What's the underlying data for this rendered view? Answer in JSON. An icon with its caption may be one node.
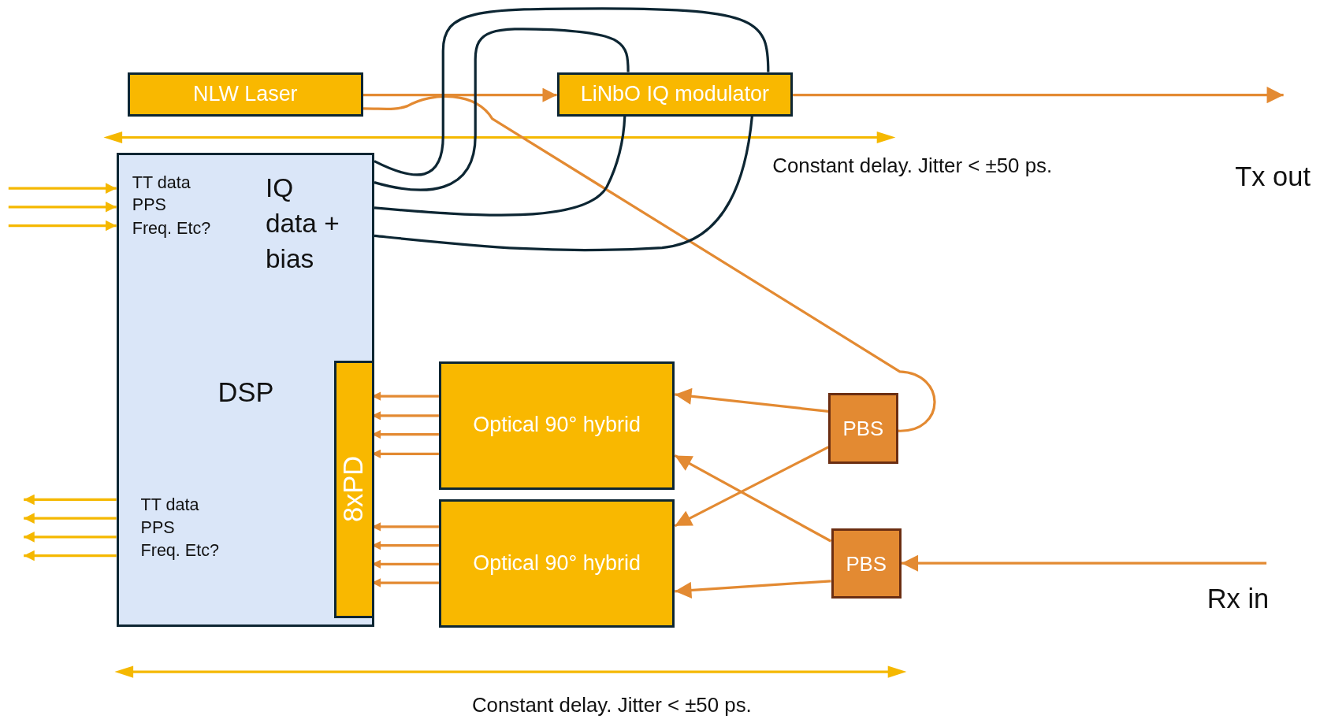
{
  "diagram": {
    "nodes": [
      {
        "text": [
          "NLW Laser"
        ]
      },
      {
        "text": [
          "LiNbO IQ modulator"
        ]
      },
      {
        "text": [
          "TT data",
          "PPS",
          "Freq. Etc?",
          "IQ data + bias",
          "DSP",
          "TT data",
          "PPS",
          "Freq. Etc?"
        ]
      },
      {
        "text": [
          "8xPD"
        ],
        "in": 2
      },
      {
        "text": [
          "Optical 90° hybrid"
        ]
      },
      {
        "text": [
          "Optical 90° hybrid"
        ]
      },
      {
        "text": [
          "PBS"
        ]
      },
      {
        "text": [
          "PBS"
        ]
      }
    ],
    "edges": [
      {
        "from": 0,
        "to": 1,
        "arrow": "to"
      },
      {
        "from": 1,
        "to": null,
        "arrow": "to"
      },
      {
        "from": null,
        "to": 7,
        "arrow": "to"
      },
      {
        "from": 6,
        "to": 4,
        "arrow": "to"
      },
      {
        "from": 6,
        "to": 5,
        "arrow": "to"
      },
      {
        "from": 7,
        "to": 4,
        "arrow": "to"
      },
      {
        "from": 7,
        "to": 5,
        "arrow": "to"
      },
      {
        "from": 0,
        "to": 6,
        "arrow": "none"
      },
      {
        "from": 2,
        "to": 1,
        "arrow": "none",
        "color": "#0d2633"
      },
      {
        "from": 2,
        "to": 1,
        "arrow": "none",
        "color": "#0d2633"
      },
      {
        "from": 2,
        "to": 1,
        "arrow": "none",
        "color": "#0d2633"
      },
      {
        "from": 2,
        "to": 1,
        "arrow": "none",
        "color": "#0d2633"
      },
      {
        "from": 4,
        "to": 3,
        "arrow": "to"
      },
      {
        "from": 4,
        "to": 3,
        "arrow": "to"
      },
      {
        "from": 4,
        "to": 3,
        "arrow": "to"
      },
      {
        "from": 4,
        "to": 3,
        "arrow": "to"
      },
      {
        "from": 5,
        "to": 3,
        "arrow": "to"
      },
      {
        "from": 5,
        "to": 3,
        "arrow": "to"
      },
      {
        "from": 5,
        "to": 3,
        "arrow": "to"
      },
      {
        "from": 5,
        "to": 3,
        "arrow": "to"
      },
      {
        "from": null,
        "to": 2,
        "arrow": "to",
        "color": "#f5b800"
      },
      {
        "from": null,
        "to": 2,
        "arrow": "to",
        "color": "#f5b800"
      },
      {
        "from": null,
        "to": 2,
        "arrow": "to",
        "color": "#f5b800"
      },
      {
        "from": 2,
        "to": null,
        "arrow": "to",
        "color": "#f5b800"
      },
      {
        "from": 2,
        "to": null,
        "arrow": "to",
        "color": "#f5b800"
      },
      {
        "from": 2,
        "to": null,
        "arrow": "to",
        "color": "#f5b800"
      },
      {
        "from": 2,
        "to": null,
        "arrow": "to",
        "color": "#f5b800"
      }
    ],
    "labels": [
      "Constant delay. Jitter < ±50 ps.",
      "Tx out",
      "Rx in",
      "Constant delay. Jitter < ±50 ps."
    ]
  }
}
